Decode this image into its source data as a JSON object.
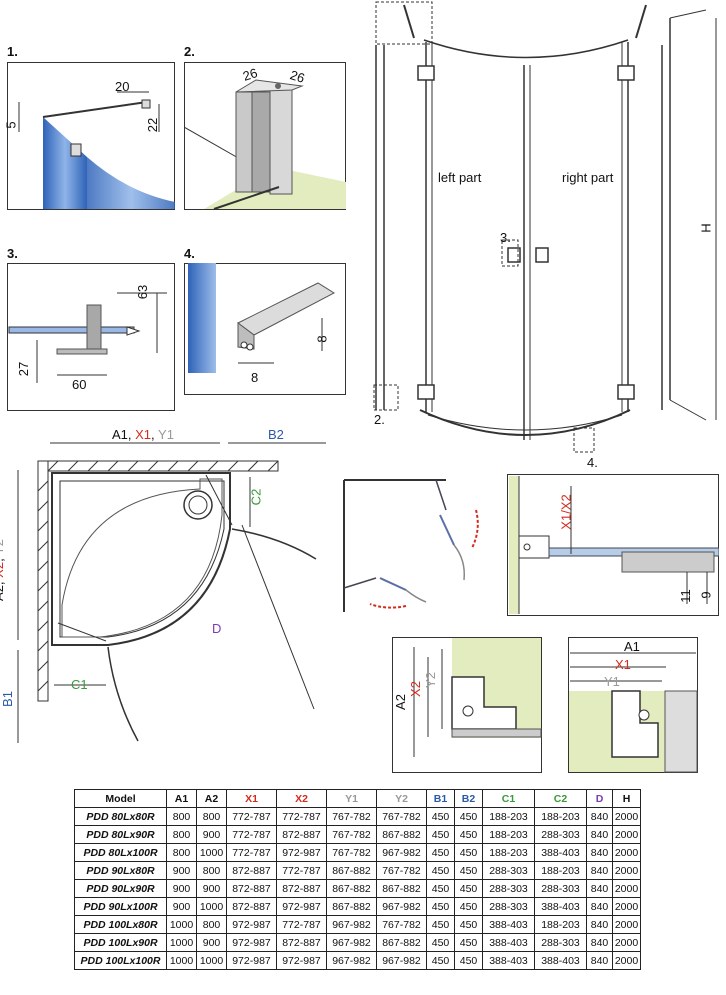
{
  "colors": {
    "red": "#d52b1e",
    "blue": "#2b5aa8",
    "green": "#3a9a3a",
    "purple": "#7a3cb0",
    "grey": "#999999",
    "glass": "#5b8fd6",
    "floor": "#e3ecbf"
  },
  "details": {
    "d1": {
      "num": "1.",
      "dim_a": "20",
      "dim_b": "5",
      "dim_c": "22"
    },
    "d2": {
      "num": "2.",
      "dim_a": "26",
      "dim_b": "26"
    },
    "d3": {
      "num": "3.",
      "dim_a": "63",
      "dim_b": "27",
      "dim_c": "60"
    },
    "d4": {
      "num": "4.",
      "dim_a": "8",
      "dim_b": "8"
    }
  },
  "elevation": {
    "left_label": "left part",
    "right_label": "right part",
    "height_label": "H",
    "callout_2": "2.",
    "callout_3": "3.",
    "callout_4": "4."
  },
  "plan": {
    "top_a": "A1",
    "top_sep1": ", ",
    "top_b": "X1",
    "top_sep2": ", ",
    "top_c": "Y1",
    "top_right": "B2",
    "left_a": "A2",
    "left_sep1": ", ",
    "left_b": "X2",
    "left_sep2": ", ",
    "left_c": "Y2",
    "left_bottom": "B1",
    "c1": "C1",
    "c2": "C2",
    "d": "D"
  },
  "detail_x": {
    "label": "X1/X2",
    "dim_a": "11",
    "dim_b": "9"
  },
  "detail_a2": {
    "a2": "A2",
    "x2": "X2",
    "y2": "Y2"
  },
  "detail_a1": {
    "a1": "A1",
    "x1": "X1",
    "y1": "Y1"
  },
  "table": {
    "headers": [
      "Model",
      "A1",
      "A2",
      "X1",
      "X2",
      "Y1",
      "Y2",
      "B1",
      "B2",
      "C1",
      "C2",
      "D",
      "H"
    ],
    "rows": [
      [
        "PDD 80Lx80R",
        "800",
        "800",
        "772-787",
        "772-787",
        "767-782",
        "767-782",
        "450",
        "450",
        "188-203",
        "188-203",
        "840",
        "2000"
      ],
      [
        "PDD 80Lx90R",
        "800",
        "900",
        "772-787",
        "872-887",
        "767-782",
        "867-882",
        "450",
        "450",
        "188-203",
        "288-303",
        "840",
        "2000"
      ],
      [
        "PDD 80Lx100R",
        "800",
        "1000",
        "772-787",
        "972-987",
        "767-782",
        "967-982",
        "450",
        "450",
        "188-203",
        "388-403",
        "840",
        "2000"
      ],
      [
        "PDD 90Lx80R",
        "900",
        "800",
        "872-887",
        "772-787",
        "867-882",
        "767-782",
        "450",
        "450",
        "288-303",
        "188-203",
        "840",
        "2000"
      ],
      [
        "PDD 90Lx90R",
        "900",
        "900",
        "872-887",
        "872-887",
        "867-882",
        "867-882",
        "450",
        "450",
        "288-303",
        "288-303",
        "840",
        "2000"
      ],
      [
        "PDD 90Lx100R",
        "900",
        "1000",
        "872-887",
        "972-987",
        "867-882",
        "967-982",
        "450",
        "450",
        "288-303",
        "388-403",
        "840",
        "2000"
      ],
      [
        "PDD 100Lx80R",
        "1000",
        "800",
        "972-987",
        "772-787",
        "967-982",
        "767-782",
        "450",
        "450",
        "388-403",
        "188-203",
        "840",
        "2000"
      ],
      [
        "PDD 100Lx90R",
        "1000",
        "900",
        "972-987",
        "872-887",
        "967-982",
        "867-882",
        "450",
        "450",
        "388-403",
        "288-303",
        "840",
        "2000"
      ],
      [
        "PDD 100Lx100R",
        "1000",
        "1000",
        "972-987",
        "972-987",
        "967-982",
        "967-982",
        "450",
        "450",
        "388-403",
        "388-403",
        "840",
        "2000"
      ]
    ]
  }
}
